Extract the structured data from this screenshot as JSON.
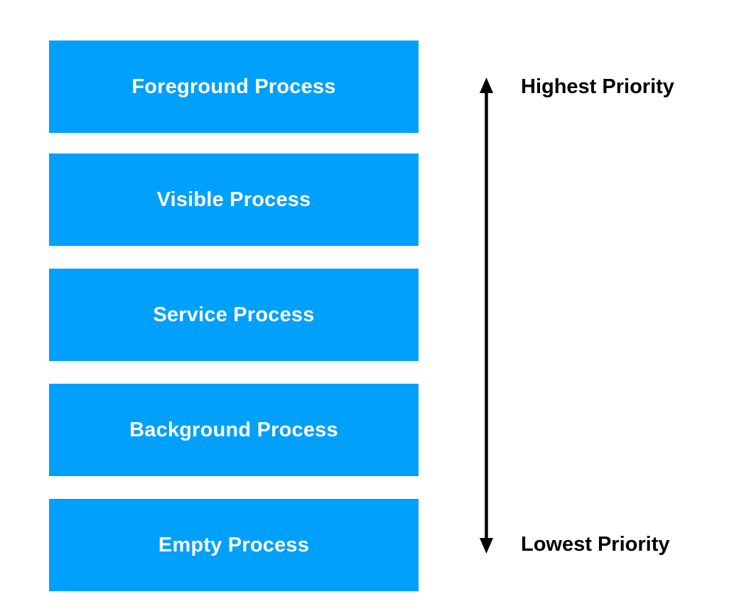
{
  "diagram": {
    "boxes": [
      {
        "label": "Foreground Process"
      },
      {
        "label": "Visible Process"
      },
      {
        "label": "Service Process"
      },
      {
        "label": "Background Process"
      },
      {
        "label": "Empty Process"
      }
    ],
    "priority_axis": {
      "top_label": "Highest Priority",
      "bottom_label": "Lowest Priority"
    },
    "colors": {
      "box_fill": "#00A0FB",
      "box_text": "#FFFFFF",
      "arrow": "#000000",
      "label_text": "#000000",
      "background": "#FFFFFF"
    }
  }
}
